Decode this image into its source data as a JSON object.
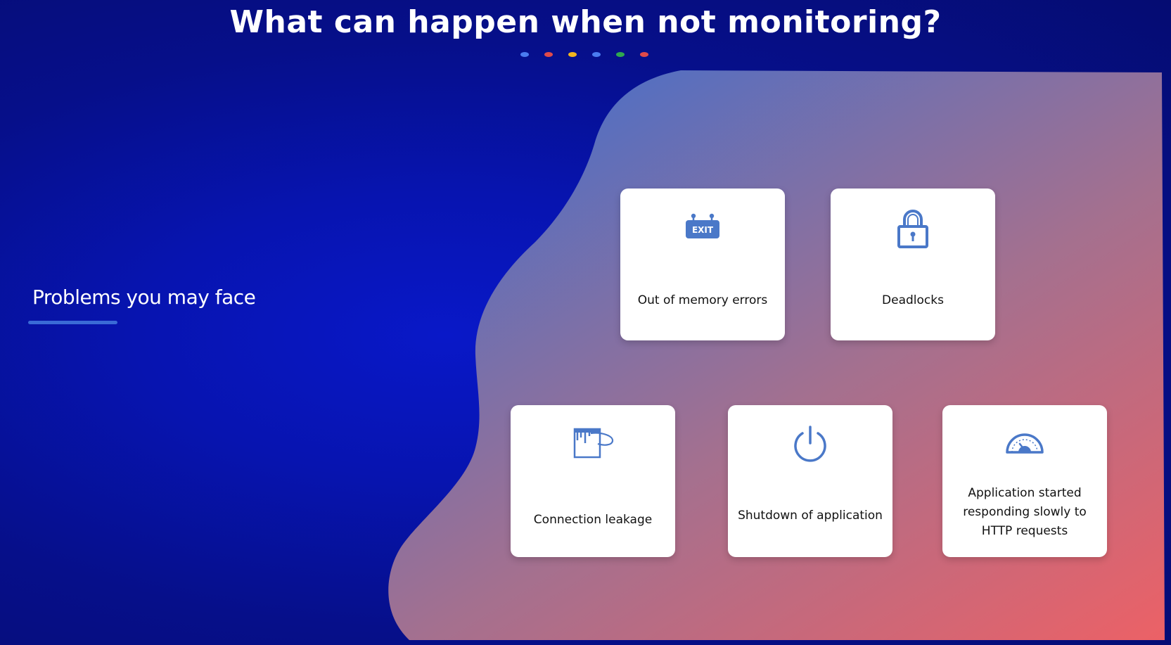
{
  "title": "What can happen when not monitoring?",
  "dots": [
    {
      "color": "#4a7cf0"
    },
    {
      "color": "#e04a4a"
    },
    {
      "color": "#f2b51e"
    },
    {
      "color": "#4a7cf0"
    },
    {
      "color": "#2fa84f"
    },
    {
      "color": "#e04a4a"
    }
  ],
  "side": {
    "label": "Problems you may face"
  },
  "cards": [
    {
      "label": "Out of memory errors",
      "icon": "exit-sign-icon",
      "icon_text": "EXIT"
    },
    {
      "label": "Deadlocks",
      "icon": "lock-icon"
    },
    {
      "label": "Connection leakage",
      "icon": "paint-bucket-icon"
    },
    {
      "label": "Shutdown of application",
      "icon": "power-icon"
    },
    {
      "label_lines": [
        "Application started",
        "responding slowly to",
        "HTTP requests"
      ],
      "icon": "speedometer-icon"
    }
  ],
  "colors": {
    "background": "#0714b0",
    "blob_gradient_start": "#4f6fc4",
    "blob_gradient_end": "#ec6166",
    "icon": "#4a78c8",
    "card": "#ffffff"
  }
}
